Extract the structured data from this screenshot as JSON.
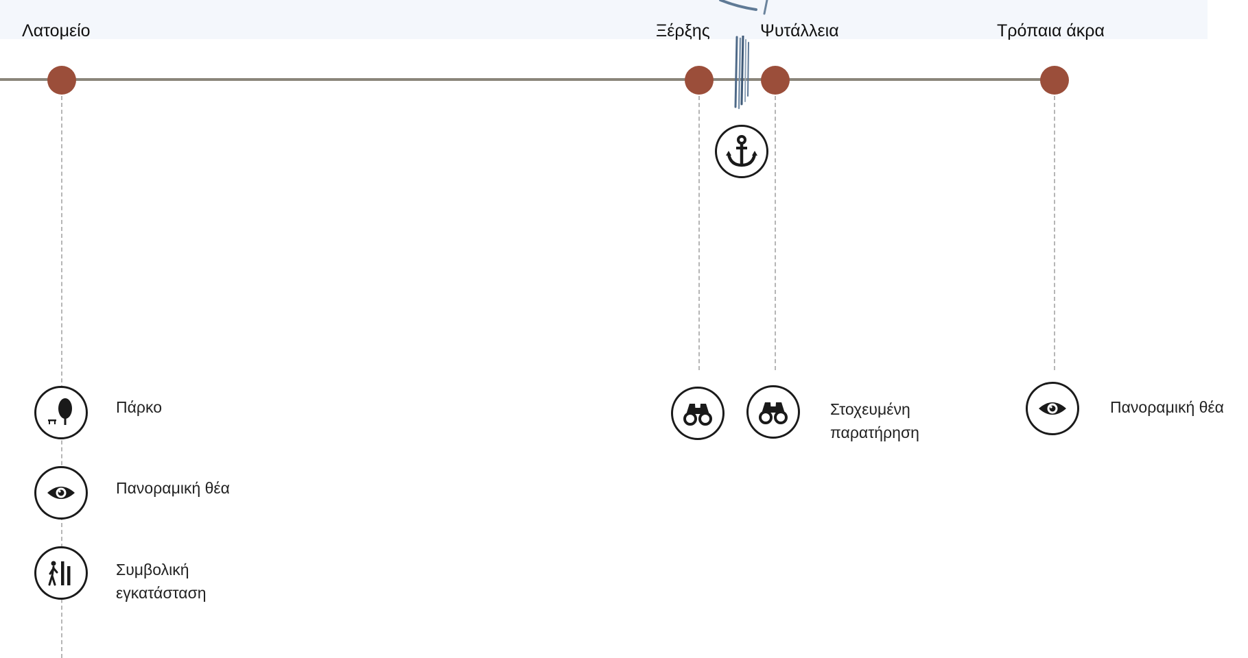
{
  "stations": [
    {
      "name": "Λατομείο"
    },
    {
      "name": "Ξέρξης"
    },
    {
      "name": "Ψυτάλλεια"
    },
    {
      "name": "Τρόπαια άκρα"
    }
  ],
  "anchor": {
    "icon": "anchor-icon"
  },
  "features": {
    "latomeio": [
      {
        "icon": "tree-bench-icon",
        "label": "Πάρκο"
      },
      {
        "icon": "eye-icon",
        "label": "Πανοραμική θέα"
      },
      {
        "icon": "person-columns-icon",
        "label": "Συμβολική εγκατάσταση"
      }
    ],
    "xerxis": [
      {
        "icon": "binoculars-icon"
      }
    ],
    "psyttaleia": [
      {
        "icon": "binoculars-icon",
        "label": "Στοχευμένη παρατήρηση"
      }
    ],
    "tropaia": [
      {
        "icon": "eye-icon",
        "label": "Πανοραμική θέα"
      }
    ]
  },
  "colors": {
    "route": "#8a857a",
    "stop": "#9b4e3a",
    "connector": "#b5b5b5",
    "icon_stroke": "#1a1a1a",
    "header_band": "#f4f7fc"
  }
}
